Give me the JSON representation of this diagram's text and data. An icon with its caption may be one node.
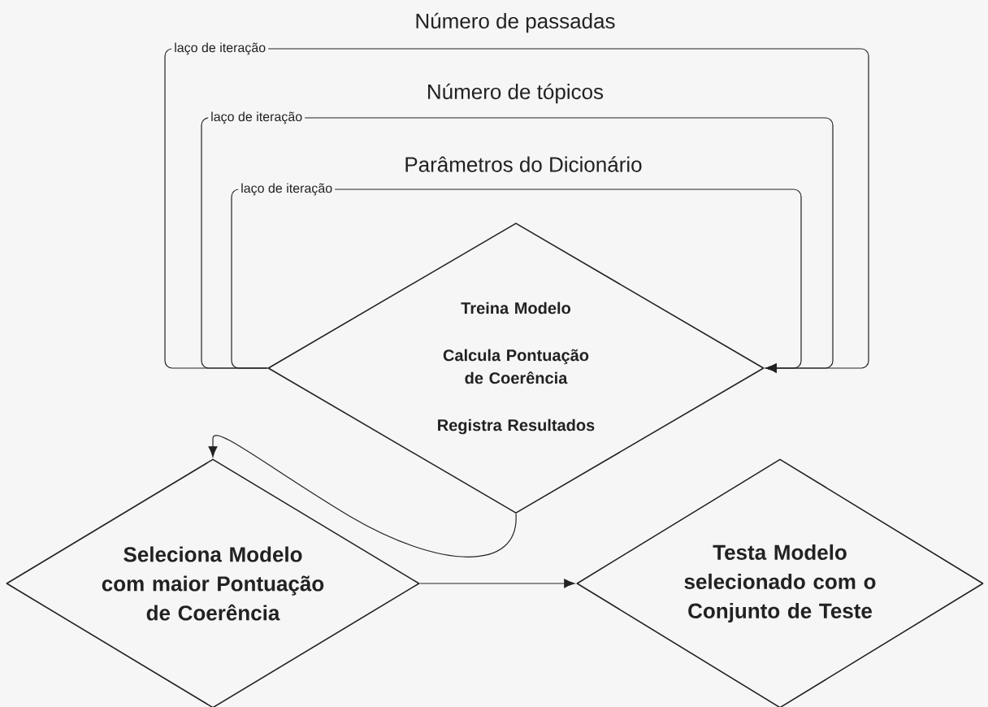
{
  "diagram": {
    "nodes": [
      {
        "text": [
          "Treina Modelo",
          "Calcula Pontuação de Coerência",
          "Registra Resultados"
        ]
      },
      {
        "text": [
          "Seleciona Modelo com maior Pontuação de Coerência"
        ]
      },
      {
        "text": [
          "Testa Modelo selecionado com o Conjunto de Teste"
        ]
      }
    ],
    "edges": [
      {
        "from": 0,
        "to": 0,
        "arrow": "to",
        "label": "laço de iteração"
      },
      {
        "from": 0,
        "to": 0,
        "arrow": "to",
        "label": "laço de iteração"
      },
      {
        "from": 0,
        "to": 0,
        "arrow": "to",
        "label": "laço de iteração"
      },
      {
        "from": 0,
        "to": 1,
        "arrow": "to"
      },
      {
        "from": 1,
        "to": 2,
        "arrow": "to"
      }
    ],
    "labels": [
      "Número de passadas",
      "Número de tópicos",
      "Parâmetros do Dicionário"
    ]
  }
}
